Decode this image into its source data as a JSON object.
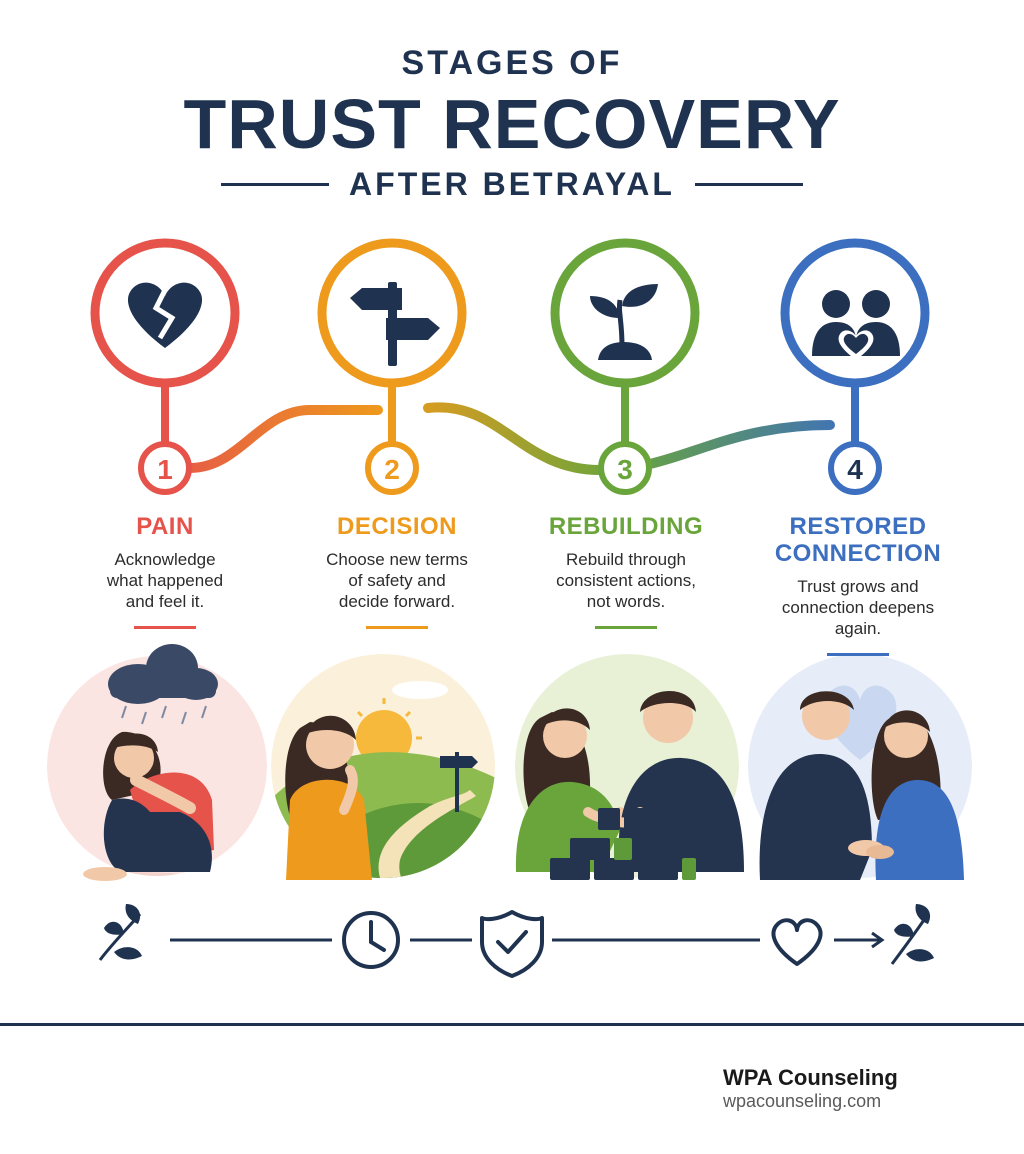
{
  "header": {
    "kicker": "STAGES OF",
    "title": "TRUST RECOVERY",
    "subtitle": "AFTER BETRAYAL"
  },
  "stages": [
    {
      "number": "1",
      "title": "PAIN",
      "desc_lines": [
        "Acknowledge",
        "what happened",
        "and feel it."
      ],
      "color": "#e5534b",
      "icon": "broken-heart-icon"
    },
    {
      "number": "2",
      "title": "DECISION",
      "desc_lines": [
        "Choose new terms",
        "of safety and",
        "decide forward."
      ],
      "color": "#ee9a1c",
      "icon": "signpost-icon"
    },
    {
      "number": "3",
      "title": "REBUILDING",
      "desc_lines": [
        "Rebuild through",
        "consistent actions,",
        "not words."
      ],
      "color": "#6aa53c",
      "icon": "sprout-icon"
    },
    {
      "number": "4",
      "title_lines": [
        "RESTORED",
        "CONNECTION"
      ],
      "desc_lines": [
        "Trust grows and",
        "connection deepens",
        "again."
      ],
      "color": "#3c6fc0",
      "icon": "couple-heart-icon"
    }
  ],
  "timeline_icons": [
    "leaf-sprig-icon",
    "clock-icon",
    "shield-check-icon",
    "heart-icon",
    "leaf-sprig-icon"
  ],
  "footer": {
    "brand": "WPA Counseling",
    "url": "wpacounseling.com"
  }
}
